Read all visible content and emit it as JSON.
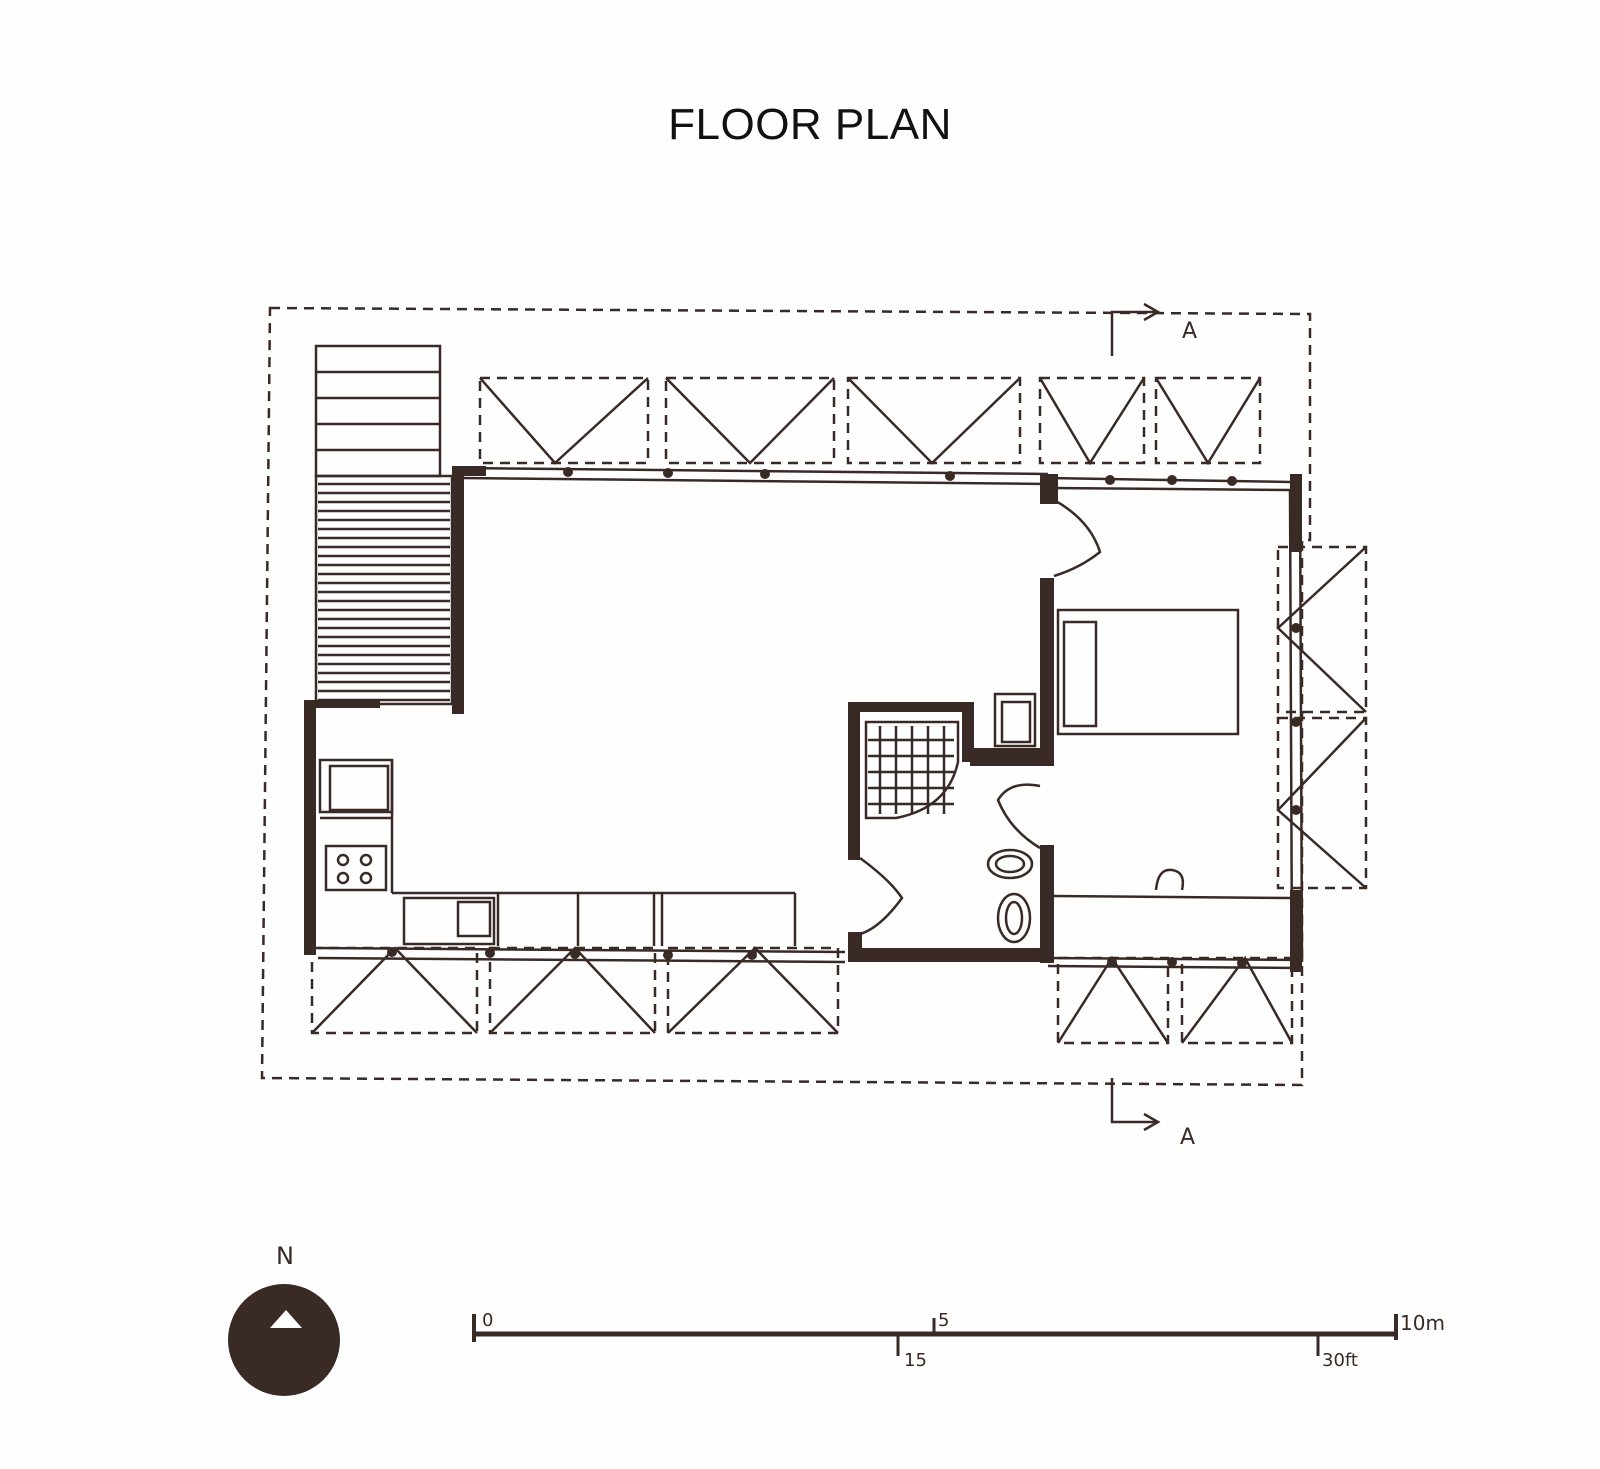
{
  "title": "FLOOR PLAN",
  "section_marker": {
    "top_label": "A",
    "bottom_label": "A"
  },
  "north_arrow": {
    "label": "N"
  },
  "scale_bar": {
    "metric_start": "0",
    "metric_mid": "5",
    "metric_end": "10m",
    "imperial_mid": "15",
    "imperial_end": "30ft"
  },
  "colors": {
    "ink": "#3a2a26",
    "paper": "#fefefe"
  }
}
